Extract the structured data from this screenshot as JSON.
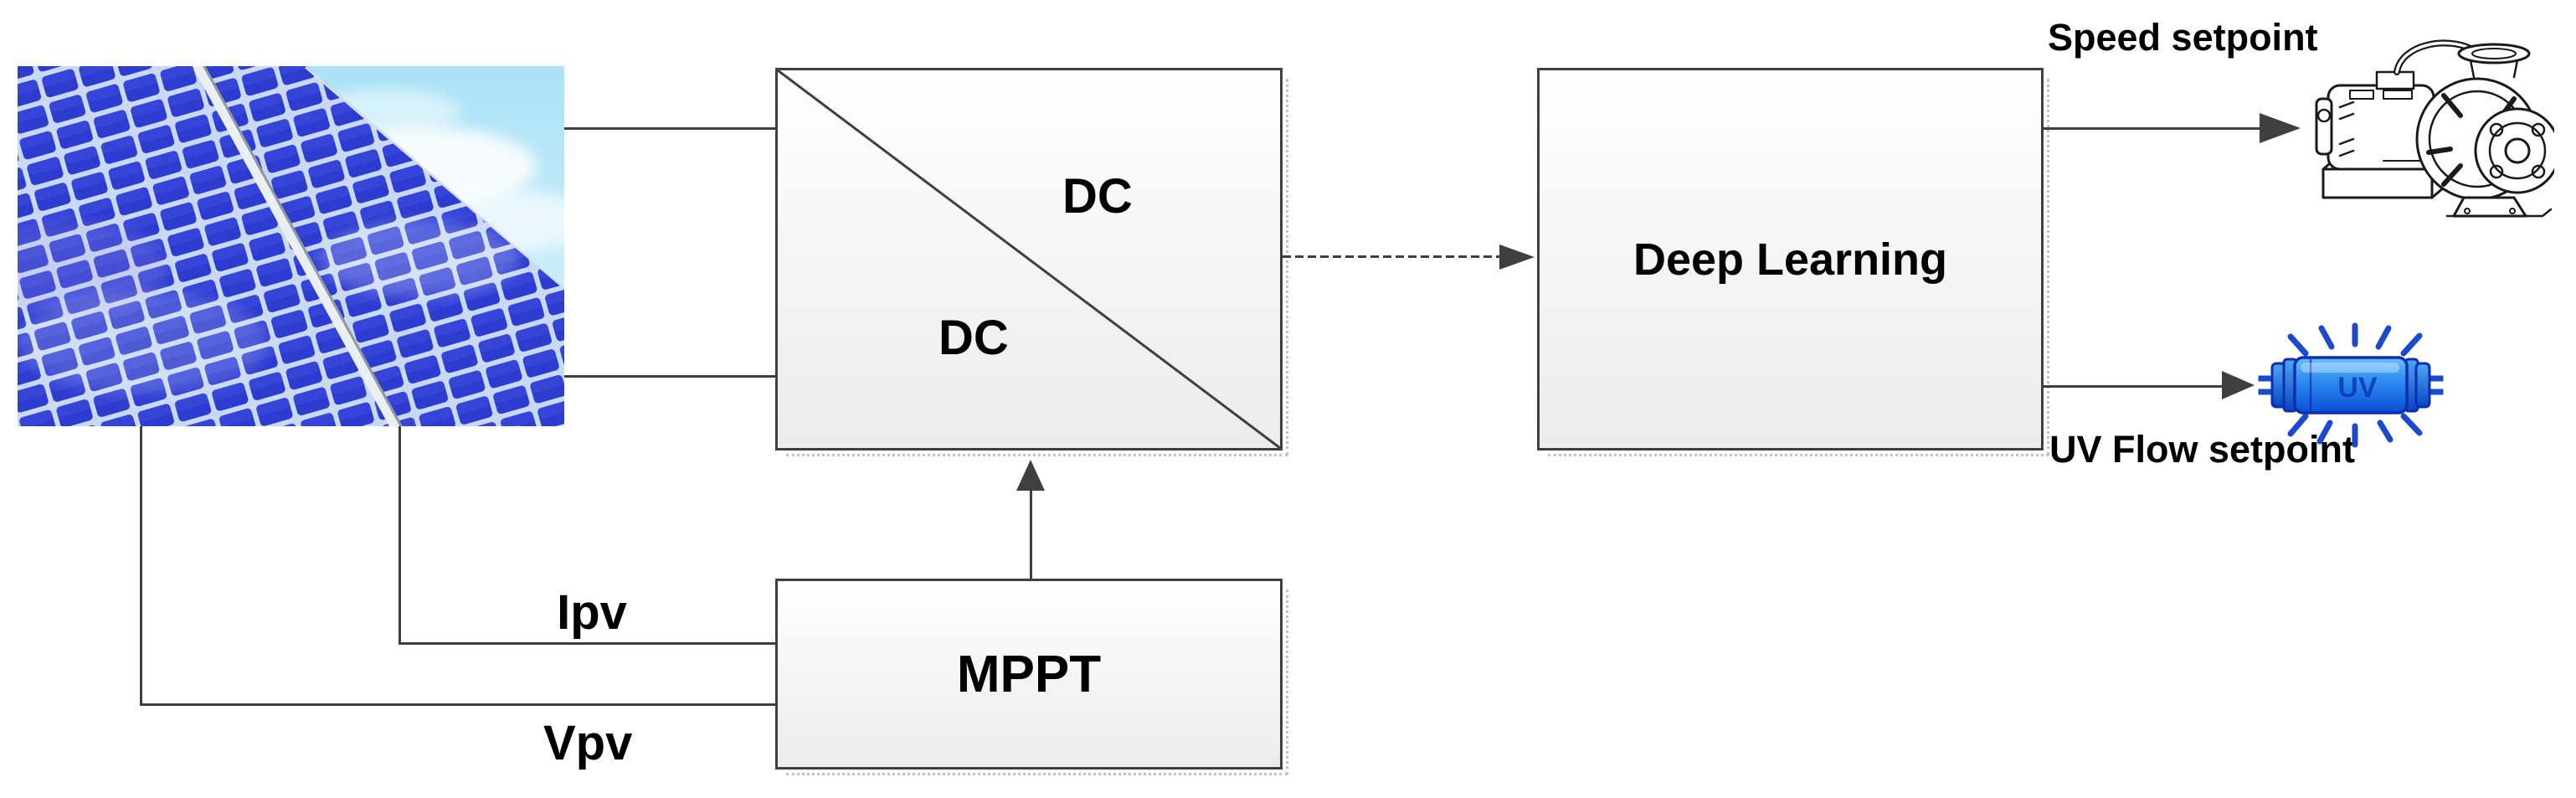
{
  "blocks": {
    "dc_dc": {
      "label_upper": "DC",
      "label_lower": "DC"
    },
    "deep_learning": {
      "label": "Deep Learning"
    },
    "mppt": {
      "label": "MPPT"
    }
  },
  "wire_labels": {
    "ipv": "Ipv",
    "vpv": "Vpv"
  },
  "outputs": {
    "speed_setpoint": "Speed setpoint",
    "uv_flow_setpoint": "UV Flow setpoint"
  },
  "icons": {
    "uv_lamp_label": "UV",
    "pump": "pump-line-art",
    "solar_panel": "solar-panel-photo"
  },
  "colors": {
    "line": "#3f3f3f",
    "block_border": "#3f3f3f",
    "block_fill_top": "#ffffff",
    "block_fill_bottom": "#ececec",
    "text": "#000000",
    "sky_blue": "#aee3f6",
    "panel_blue": "#2c3bd0",
    "uv_outline": "#0a2fb0",
    "uv_ray_blue": "#1d49cf",
    "uv_body_light": "#6cc0f8",
    "uv_body_dark": "#0a4fd6"
  }
}
